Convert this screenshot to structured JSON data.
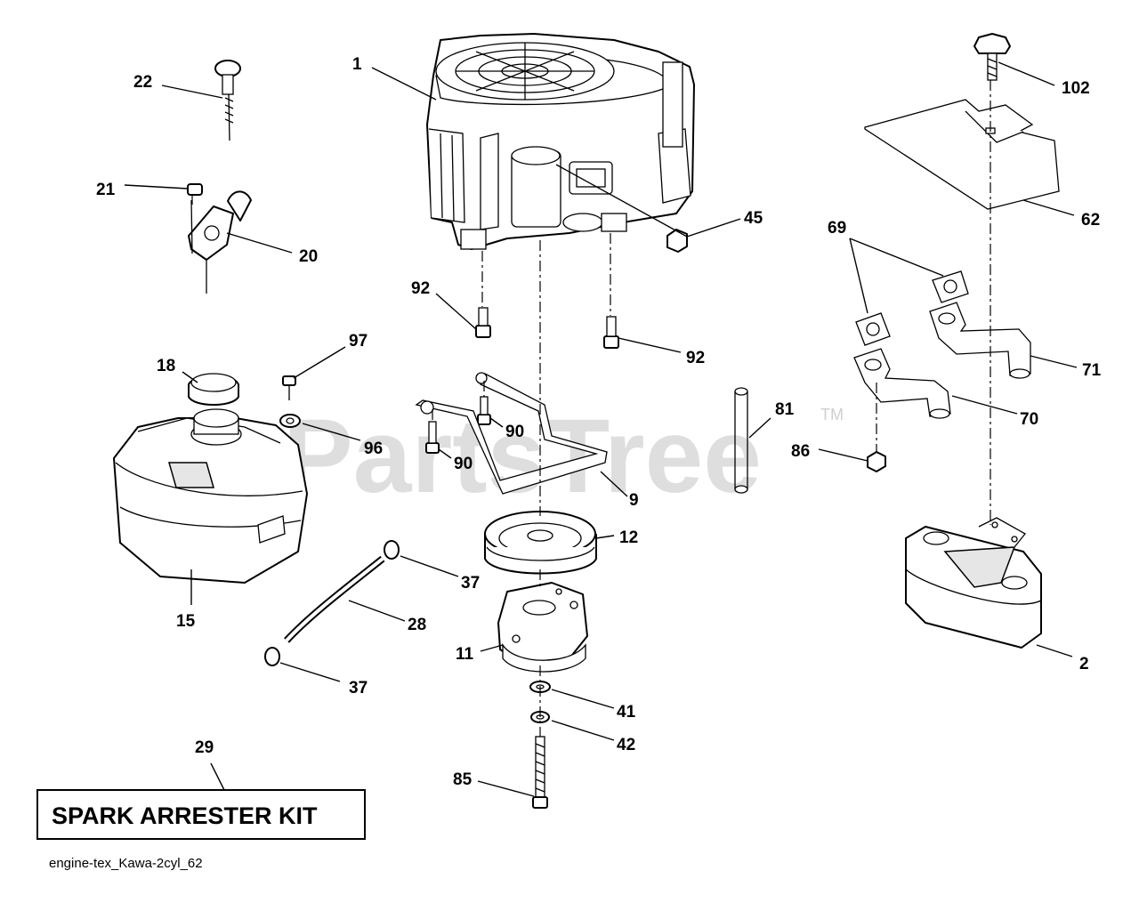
{
  "watermark": {
    "brand": "PartsTree",
    "mark": "TM"
  },
  "callouts": {
    "c1": "1",
    "c2": "2",
    "c9": "9",
    "c11": "11",
    "c12": "12",
    "c15": "15",
    "c18": "18",
    "c20": "20",
    "c21": "21",
    "c22": "22",
    "c28": "28",
    "c29": "29",
    "c37a": "37",
    "c37b": "37",
    "c41": "41",
    "c42": "42",
    "c45": "45",
    "c62": "62",
    "c69": "69",
    "c70": "70",
    "c71": "71",
    "c81": "81",
    "c85": "85",
    "c86": "86",
    "c90a": "90",
    "c90b": "90",
    "c92a": "92",
    "c92b": "92",
    "c96": "96",
    "c97": "97",
    "c102": "102"
  },
  "kit_label": "SPARK ARRESTER KIT",
  "footer": "engine-tex_Kawa-2cyl_62"
}
